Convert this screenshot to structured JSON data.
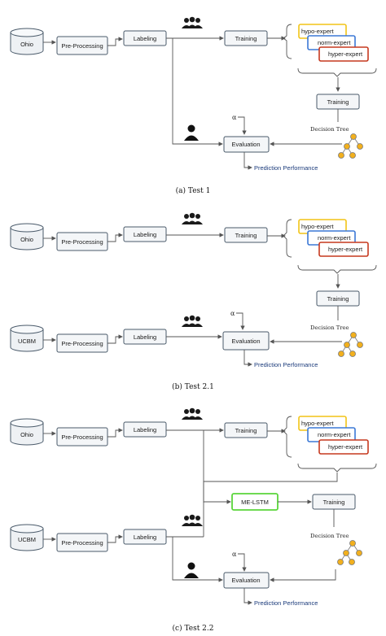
{
  "labels": {
    "ohio": "Ohio",
    "ucbm": "UCBM",
    "preprocessing": "Pre-Processing",
    "labeling": "Labeling",
    "training": "Training",
    "evaluation": "Evaluation",
    "hypo": "hypo-expert",
    "norm": "norm-expert",
    "hyper": "hyper-expert",
    "decision_tree": "Decision Tree",
    "prediction": "Prediction Performance",
    "alpha": "α",
    "melstm": "ME-LSTM"
  },
  "captions": {
    "a": "(a) Test 1",
    "b": "(b) Test 2.1",
    "c": "(c) Test 2.2"
  },
  "colors": {
    "hypo_expert": "#f2c417",
    "norm_expert": "#3b78d6",
    "hyper_expert": "#c6391f",
    "me_lstm": "#5ad53a",
    "tree_node": "#f2b01e"
  }
}
